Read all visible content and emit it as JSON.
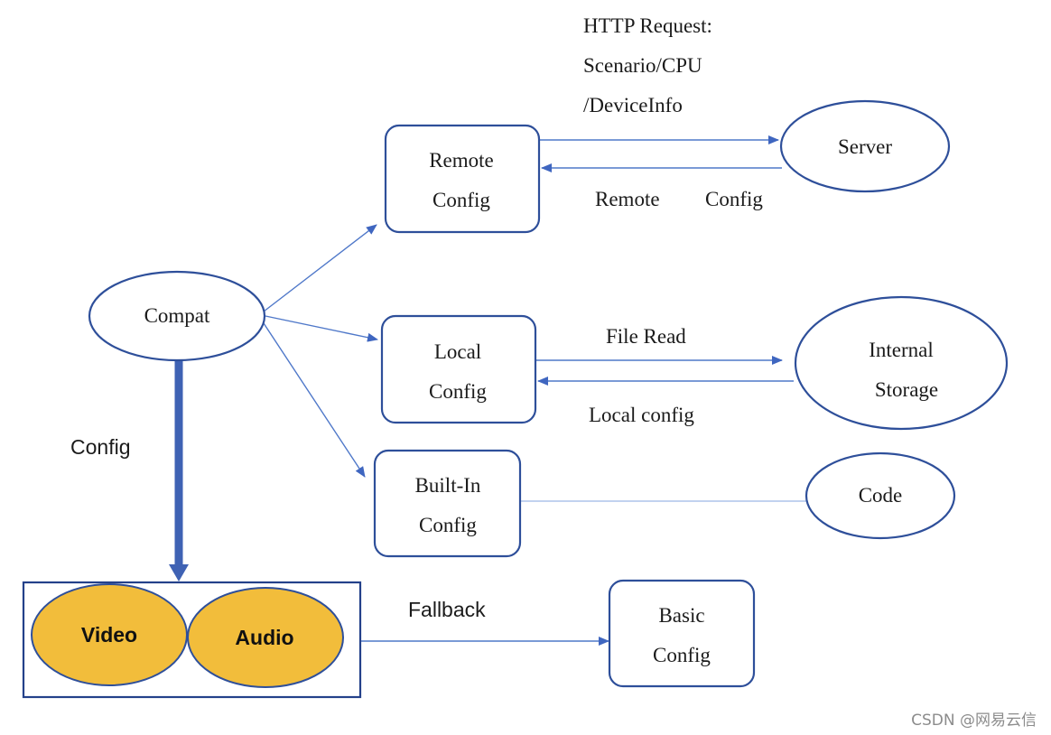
{
  "nodes": {
    "compat": "Compat",
    "remote_config": [
      "Remote",
      "Config"
    ],
    "local_config": [
      "Local",
      "Config"
    ],
    "builtin_config": [
      "Built-In",
      "Config"
    ],
    "server": "Server",
    "internal_storage": [
      "Internal",
      "Storage"
    ],
    "code": "Code",
    "video": "Video",
    "audio": "Audio",
    "basic_config": [
      "Basic",
      "Config"
    ]
  },
  "edge_labels": {
    "http_request": [
      "HTTP Request:",
      "Scenario/CPU",
      "/DeviceInfo"
    ],
    "remote_config_word1": "Remote",
    "remote_config_word2": "Config",
    "file_read": "File Read",
    "local_config": "Local config",
    "config": "Config",
    "fallback": "Fallback"
  },
  "watermark": "CSDN @网易云信",
  "colors": {
    "node_stroke": "#2e4f9a",
    "edge": "#4f78c9",
    "media_fill": "#f2bd3b",
    "main_arrow": "#3f62b4"
  }
}
